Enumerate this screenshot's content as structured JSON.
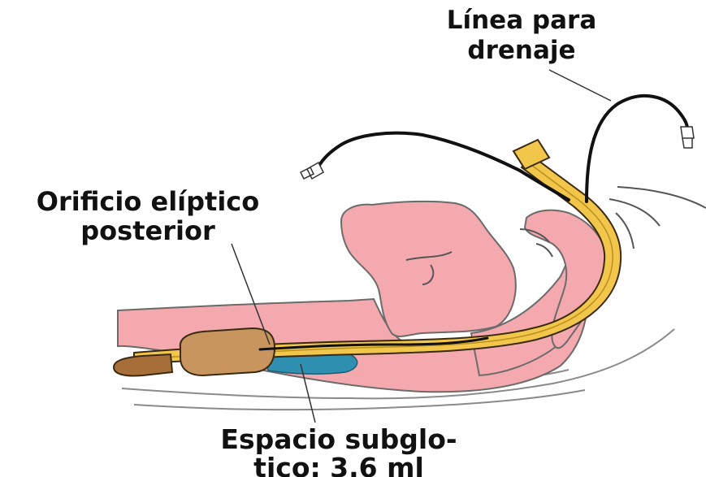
{
  "labels": {
    "drainage_line": [
      "Línea para",
      "drenaje"
    ],
    "posterior_orifice": [
      "Orificio elíptico",
      "posterior"
    ],
    "subglottic_space": [
      "Espacio subglo-",
      "tico: 3.6 ml"
    ]
  },
  "colors": {
    "tissue_pink": "#f4a9ae",
    "tissue_outline": "#6b6b6b",
    "tube_yellow": "#f2c64a",
    "tube_outline": "#3a2a10",
    "cuff_tan": "#c9955e",
    "subglottic_blue": "#2f8fb0",
    "drain_line": "#111111",
    "label_text": "#111111"
  }
}
